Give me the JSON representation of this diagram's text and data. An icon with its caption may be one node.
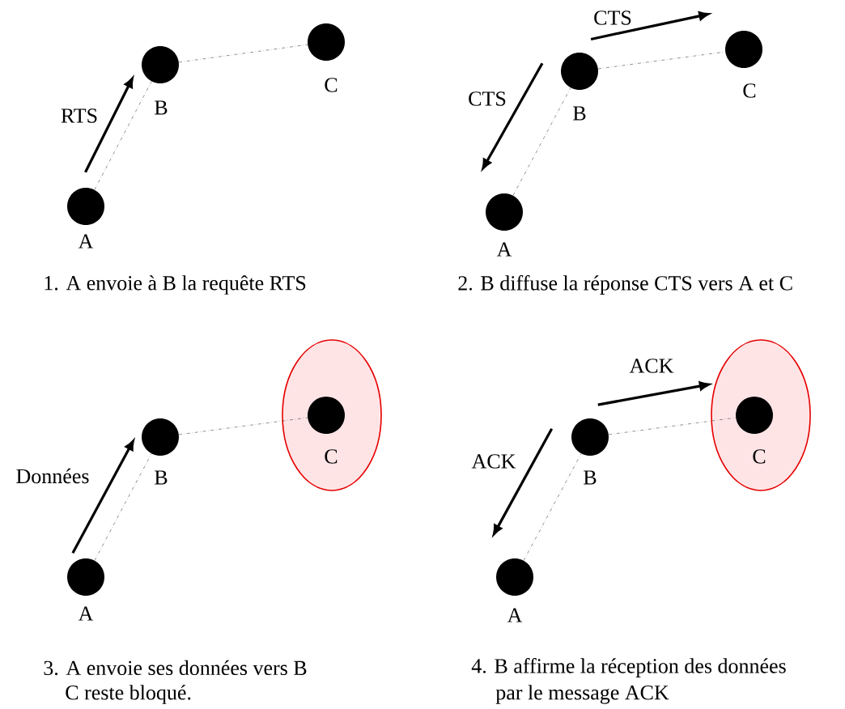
{
  "diagram": {
    "nodes": [
      {
        "text": [],
        "shape": "circle",
        "beside": [
          "A"
        ]
      },
      {
        "text": [],
        "shape": "circle",
        "beside": [
          "B"
        ]
      },
      {
        "text": [],
        "shape": "circle",
        "beside": [
          "C"
        ]
      },
      {
        "text": [],
        "shape": "circle",
        "beside": [
          "A"
        ]
      },
      {
        "text": [],
        "shape": "circle",
        "beside": [
          "B"
        ]
      },
      {
        "text": [],
        "shape": "circle",
        "beside": [
          "C"
        ]
      },
      {
        "text": [],
        "shape": "circle",
        "beside": [
          "A"
        ]
      },
      {
        "text": [],
        "shape": "circle",
        "beside": [
          "B"
        ]
      },
      {
        "text": [],
        "shape": "ellipse"
      },
      {
        "text": [],
        "shape": "circle",
        "beside": [
          "C"
        ],
        "in": 8
      },
      {
        "text": [],
        "shape": "circle",
        "beside": [
          "A"
        ]
      },
      {
        "text": [],
        "shape": "circle",
        "beside": [
          "B"
        ]
      },
      {
        "text": [],
        "shape": "ellipse"
      },
      {
        "text": [],
        "shape": "circle",
        "beside": [
          "C"
        ],
        "in": 12
      }
    ],
    "edges": [
      {
        "from": 0,
        "to": 1,
        "arrow": "none",
        "style": "dashed"
      },
      {
        "from": 1,
        "to": 2,
        "arrow": "none",
        "style": "dashed"
      },
      {
        "from": 0,
        "to": 1,
        "arrow": "to",
        "style": "thick",
        "label": "RTS"
      },
      {
        "from": 3,
        "to": 4,
        "arrow": "none",
        "style": "dashed"
      },
      {
        "from": 4,
        "to": 5,
        "arrow": "none",
        "style": "dashed"
      },
      {
        "from": 4,
        "to": 3,
        "arrow": "to",
        "style": "thick",
        "label": "CTS"
      },
      {
        "from": 4,
        "to": 5,
        "arrow": "to",
        "style": "thick",
        "label": "CTS"
      },
      {
        "from": 6,
        "to": 7,
        "arrow": "none",
        "style": "dashed"
      },
      {
        "from": 7,
        "to": 9,
        "arrow": "none",
        "style": "dashed"
      },
      {
        "from": 6,
        "to": 7,
        "arrow": "to",
        "style": "thick",
        "label": "Données"
      },
      {
        "from": 10,
        "to": 11,
        "arrow": "none",
        "style": "dashed"
      },
      {
        "from": 11,
        "to": 13,
        "arrow": "none",
        "style": "dashed"
      },
      {
        "from": 11,
        "to": 10,
        "arrow": "to",
        "style": "thick",
        "label": "ACK"
      },
      {
        "from": 11,
        "to": 12,
        "arrow": "to",
        "style": "thick",
        "label": "ACK"
      }
    ],
    "labels": [
      "1. A envoie à B la requête RTS",
      "2. B diffuse la réponse CTS vers A et C",
      "3. A envoie ses données vers B",
      "4. B affirme la réception des données",
      "C reste bloqué.",
      "par le message ACK"
    ]
  }
}
